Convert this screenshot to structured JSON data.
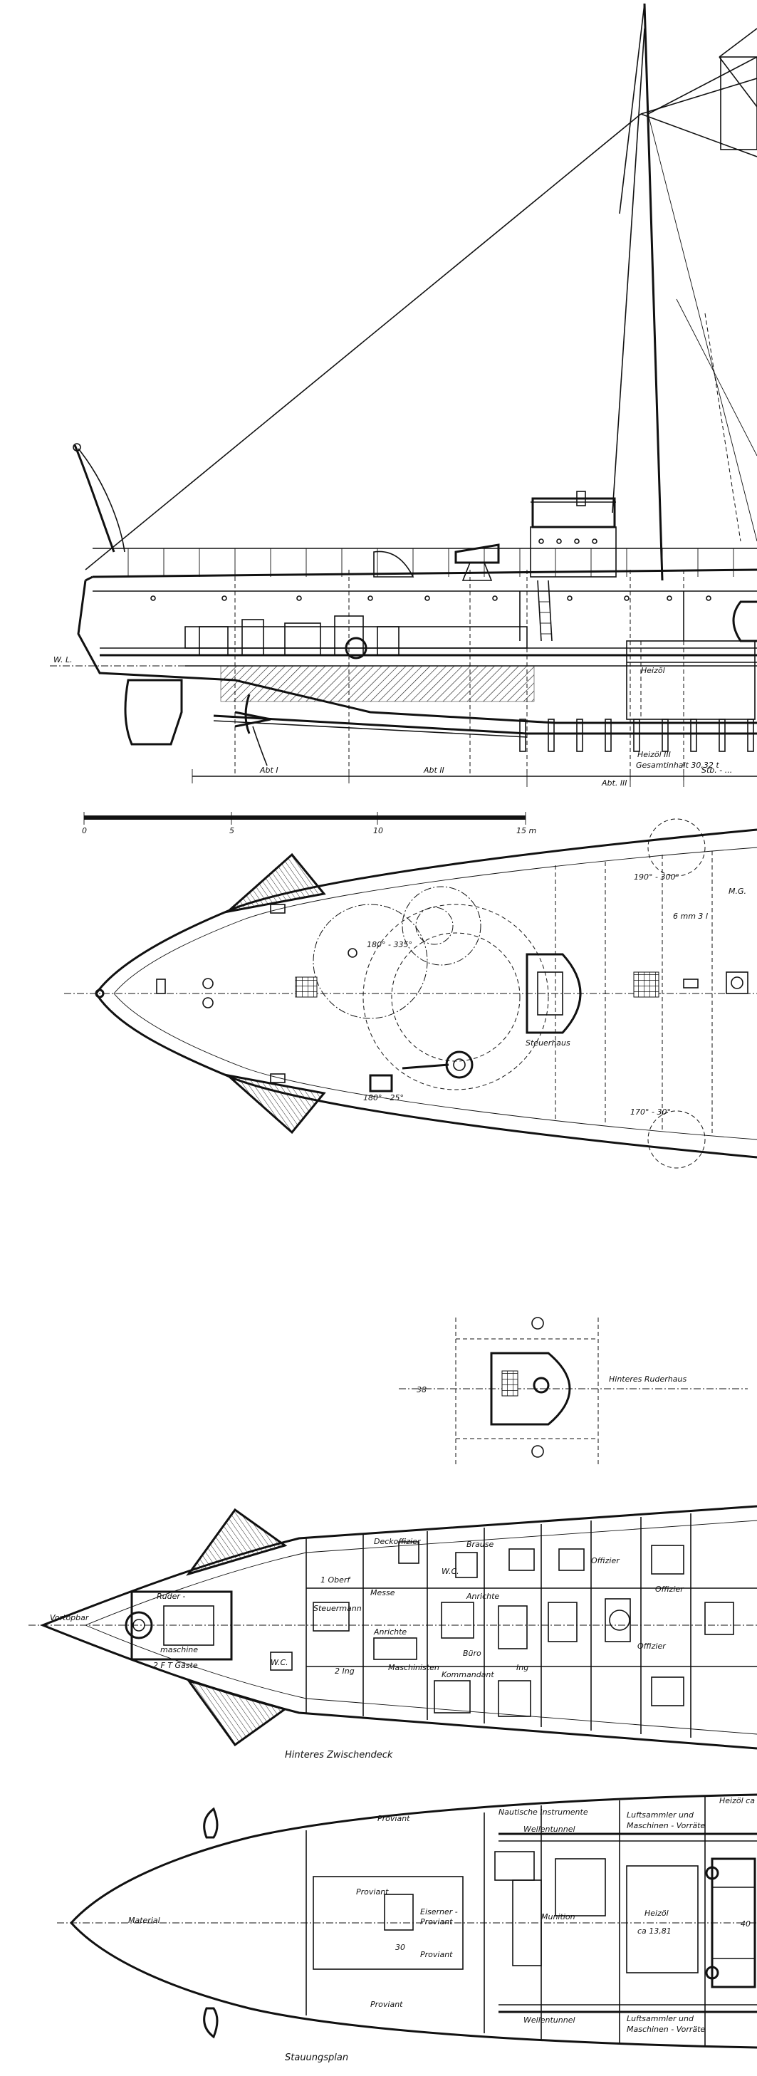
{
  "labels": {
    "wl": "W. L.",
    "abt1": "Abt I",
    "abt2": "Abt II",
    "abt3": "Abt. III",
    "heizoel": "Heizöl",
    "heizoel_val": "Heizöl III",
    "gesamtinhalt": "Gesamtinhalt 30,32 t",
    "stb": "Stb. - ...",
    "scale_0": "0",
    "scale_5": "5",
    "scale_10": "10",
    "scale_15": "15 m",
    "arc_190_300_top": "190° - 300°",
    "arc_180_335": "180° - 335°",
    "arc_180_25": "180° - 25°",
    "arc_170_30_bot": "170° - 30°",
    "steuerhaus": "Steuerhaus",
    "six_mm": "6 mm 3 l",
    "mg": "M.G.",
    "hinteres_ruderhaus": "Hinteres Ruderhaus",
    "num_38": "38",
    "deckoffizier": "Deckoffizier",
    "brause": "Brause",
    "wc1": "W.C.",
    "wc2": "W.C.",
    "offizier1": "Offizier",
    "offizier2": "Offizier",
    "offizier3": "Offizier",
    "vortopbar": "Vortopbar",
    "ruder": "Ruder -",
    "maschine": "maschine",
    "one_oberf": "1 Oberf",
    "steuermann": "Steuermann",
    "messe": "Messe",
    "anrichte1": "Anrichte",
    "anrichte2": "Anrichte",
    "kommandant": "Kommandant",
    "buro": "Büro",
    "two_ing": "2 Ing",
    "maschinisten": "Maschinisten",
    "ing": "Ing",
    "zfl_gaste": "2 F T Gäste",
    "hinteres_zwischendeck": "Hinteres Zwischendeck",
    "proviant1": "Proviant",
    "proviant2": "Proviant",
    "proviant3": "Proviant",
    "proviant4": "Proviant",
    "eiserner": "Eiserner -",
    "proviant5": "Proviant",
    "num_30": "30",
    "munition": "Munition",
    "material": "Material",
    "naut_instr": "Nautische Instrumente",
    "wellentunnel1": "Wellentunnel",
    "wellentunnel2": "Wellentunnel",
    "luftsammler1": "Luftsammler und",
    "masch_vorrate1": "Maschinen - Vorräte",
    "luftsammler2": "Luftsammler und",
    "masch_vorrate2": "Maschinen - Vorräte",
    "heizoel_top": "Heizöl ca",
    "heizoel_mid": "Heizöl",
    "heizoel_mid_val": "ca 13,81",
    "stauungsplan": "Stauungsplan",
    "num_40": "40"
  }
}
